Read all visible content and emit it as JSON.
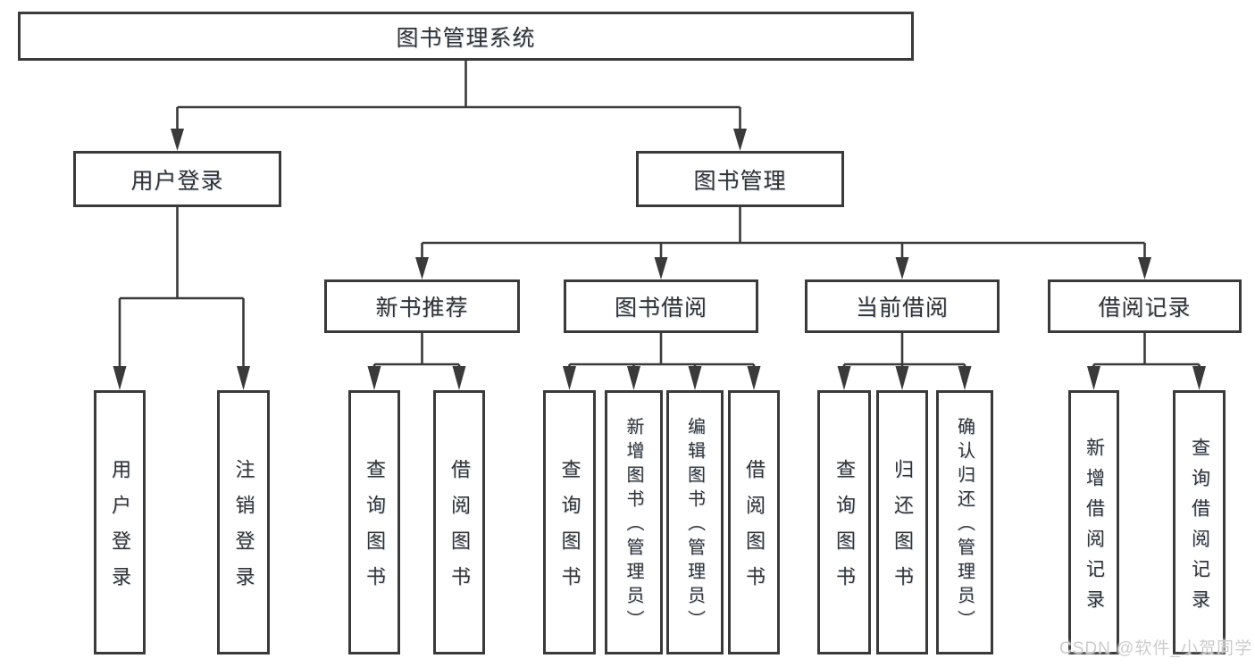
{
  "diagram": {
    "root": {
      "label": "图书管理系统"
    },
    "branches": [
      {
        "label": "用户登录",
        "children": [
          {
            "label": "用户登录"
          },
          {
            "label": "注销登录"
          }
        ]
      },
      {
        "label": "图书管理",
        "children": [
          {
            "label": "新书推荐",
            "children": [
              {
                "label": "查询图书"
              },
              {
                "label": "借阅图书"
              }
            ]
          },
          {
            "label": "图书借阅",
            "children": [
              {
                "label": "查询图书"
              },
              {
                "label": "新增图书（管理员）"
              },
              {
                "label": "编辑图书（管理员）"
              },
              {
                "label": "借阅图书"
              }
            ]
          },
          {
            "label": "当前借阅",
            "children": [
              {
                "label": "查询图书"
              },
              {
                "label": "归还图书"
              },
              {
                "label": "确认归还（管理员）"
              }
            ]
          },
          {
            "label": "借阅记录",
            "children": [
              {
                "label": "新增借阅记录"
              },
              {
                "label": "查询借阅记录"
              }
            ]
          }
        ]
      }
    ]
  },
  "watermark": {
    "text": "CSDN @软件_小贺同学"
  },
  "colors": {
    "line": "#3a3a3a",
    "text": "#333333",
    "background": "#ffffff",
    "watermark": "#cccccc"
  }
}
